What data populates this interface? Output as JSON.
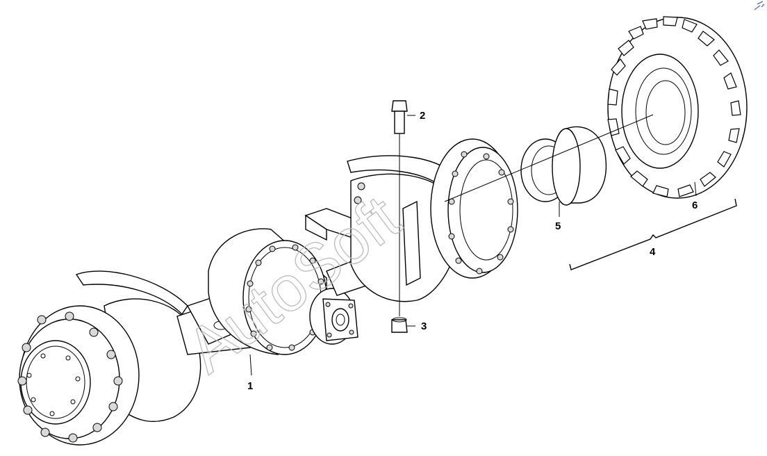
{
  "diagram": {
    "callouts": [
      {
        "id": "1",
        "label": "1"
      },
      {
        "id": "2",
        "label": "2"
      },
      {
        "id": "3",
        "label": "3"
      },
      {
        "id": "4",
        "label": "4"
      },
      {
        "id": "5",
        "label": "5"
      },
      {
        "id": "6",
        "label": "6"
      }
    ],
    "watermark": "AutoSoft",
    "corner_mark_icon": "link-arrow-icon"
  },
  "colors": {
    "line": "#000000",
    "background": "#ffffff",
    "watermark": "#bcbcbc",
    "corner_mark": "#4a6fc4"
  }
}
